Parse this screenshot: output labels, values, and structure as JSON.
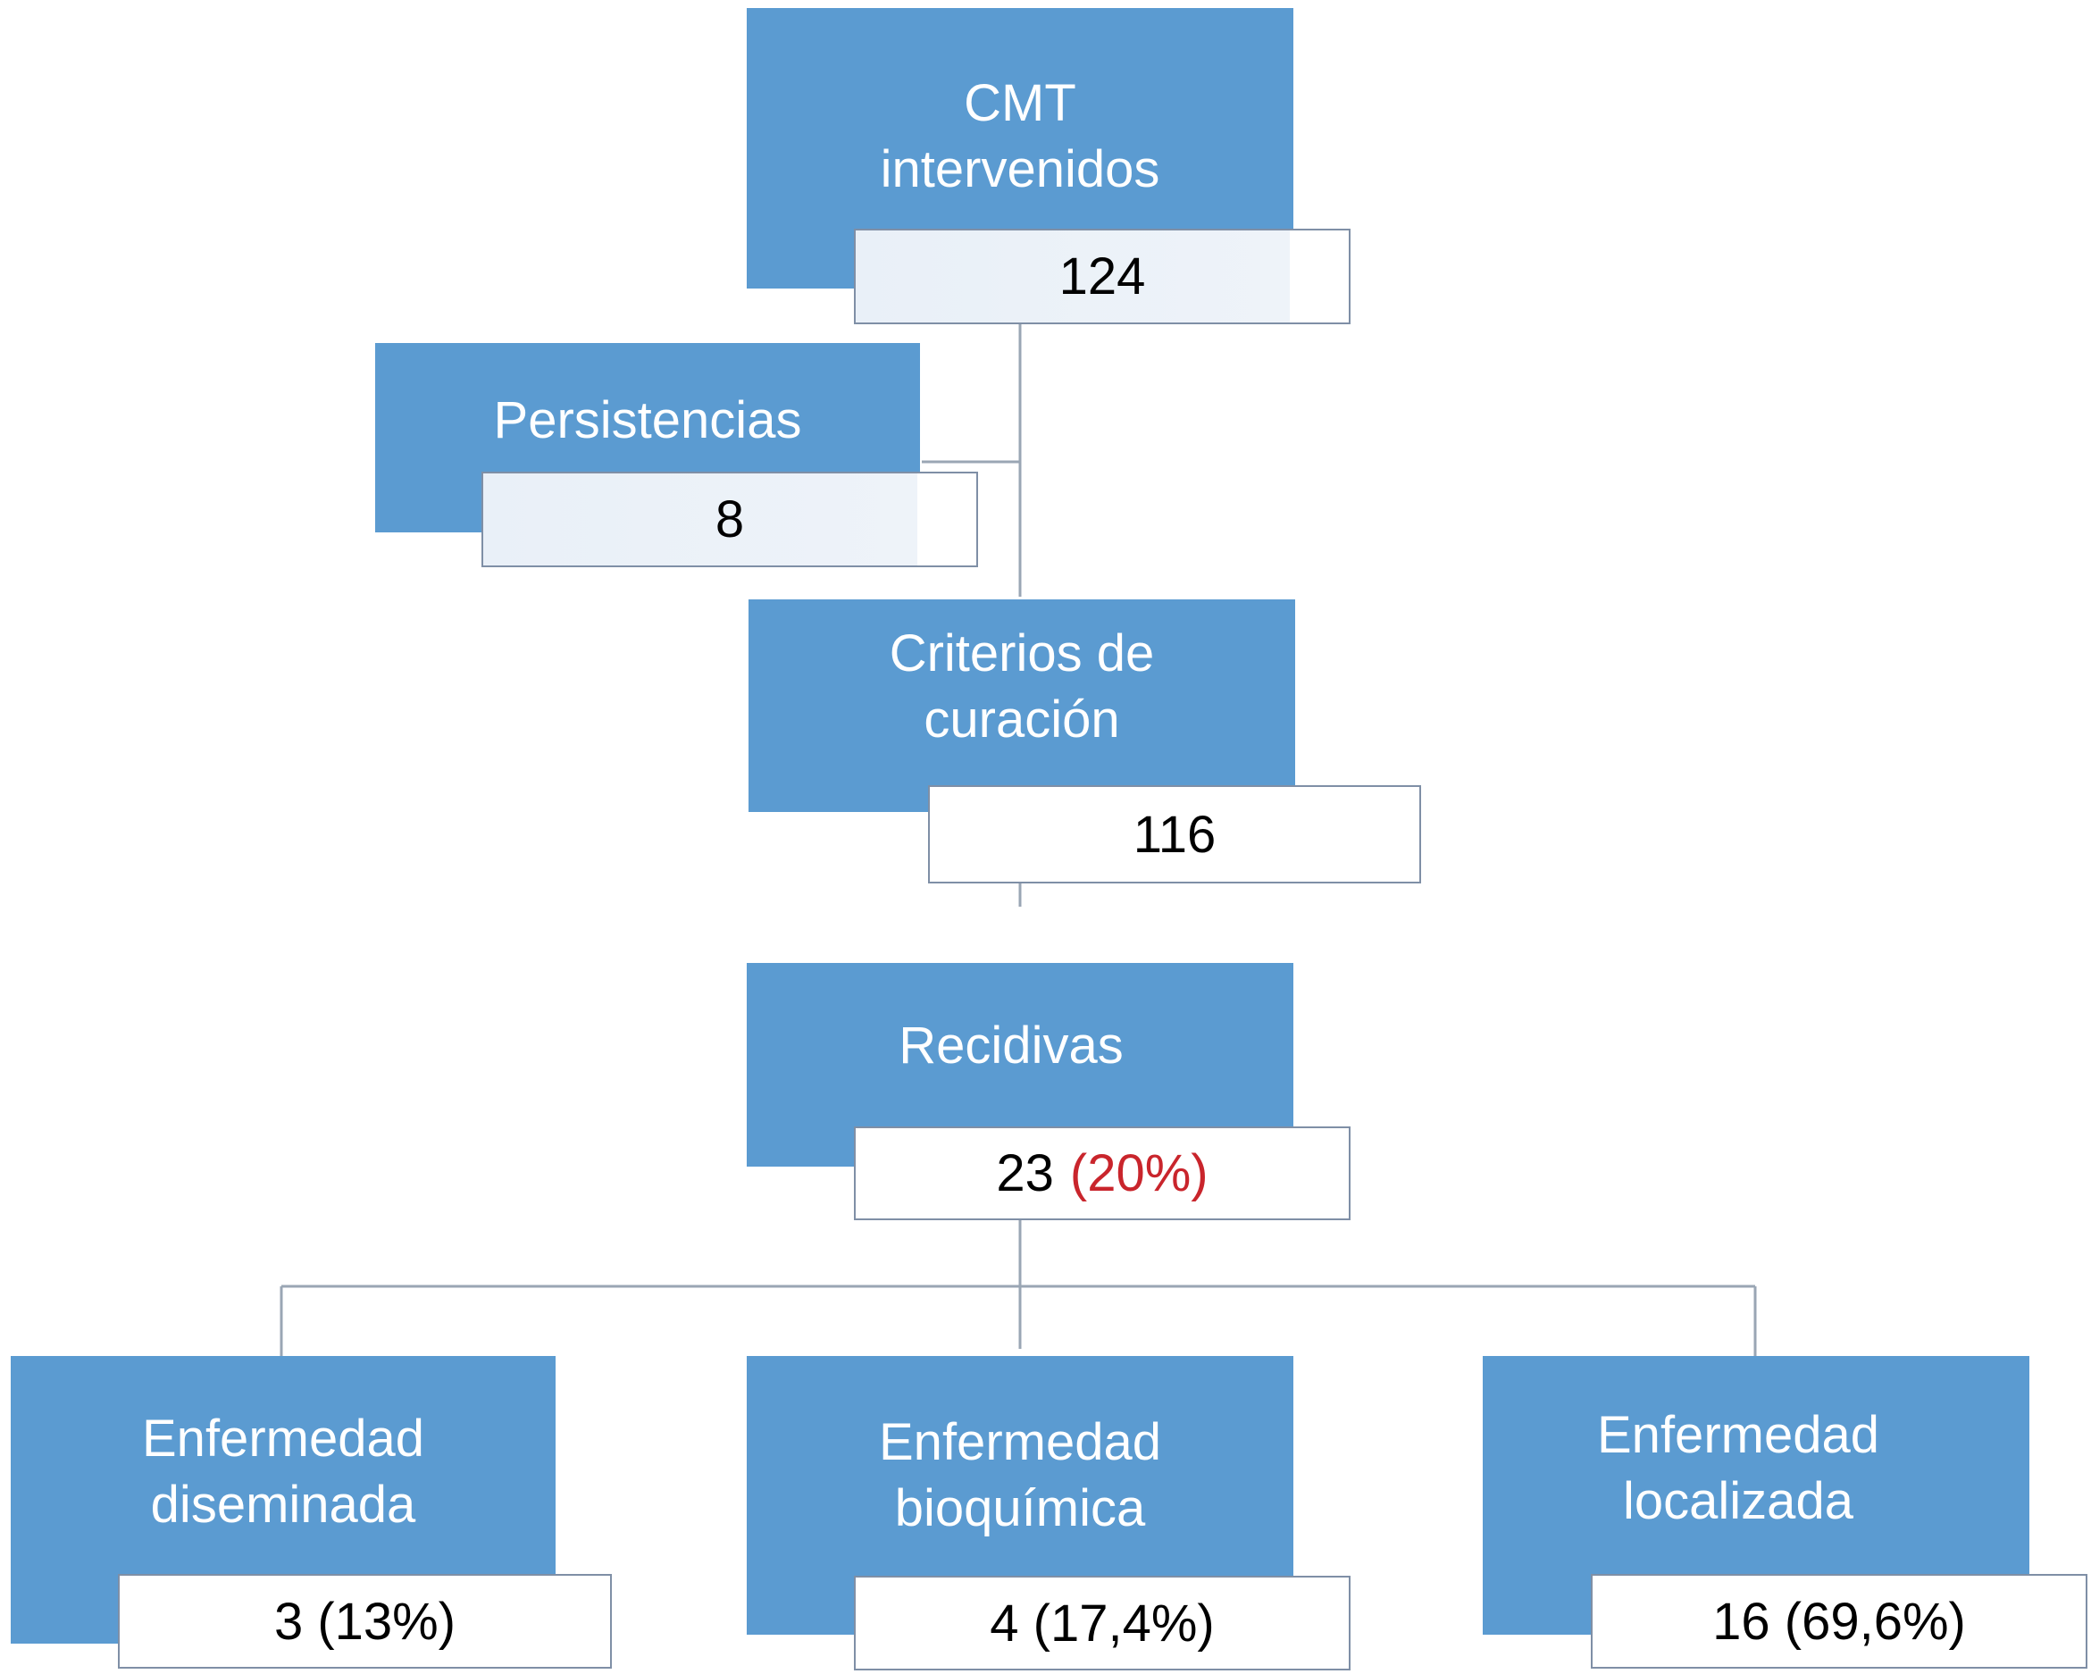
{
  "nodes": {
    "cmt": {
      "label": "CMT\nintervenidos",
      "value": "124"
    },
    "persistencias": {
      "label": "Persistencias",
      "value": "8"
    },
    "criterios": {
      "label": "Criterios de\ncuración",
      "value": "116"
    },
    "recidivas": {
      "label": "Recidivas",
      "value": "23",
      "percent": "(20%)"
    },
    "diseminada": {
      "label": "Enfermedad\ndiseminada",
      "value": "3 (13%)"
    },
    "bioquimica": {
      "label": "Enfermedad\nbioquímica",
      "value": "4 (17,4%)"
    },
    "localizada": {
      "label": "Enfermedad\nlocalizada",
      "value": "16 (69,6%)"
    }
  },
  "colors": {
    "box_fill": "#5b9bd1",
    "box_text": "#ffffff",
    "value_border": "#7f8fa6",
    "connector": "#9aa6b4",
    "percent_highlight": "#c9252c"
  }
}
